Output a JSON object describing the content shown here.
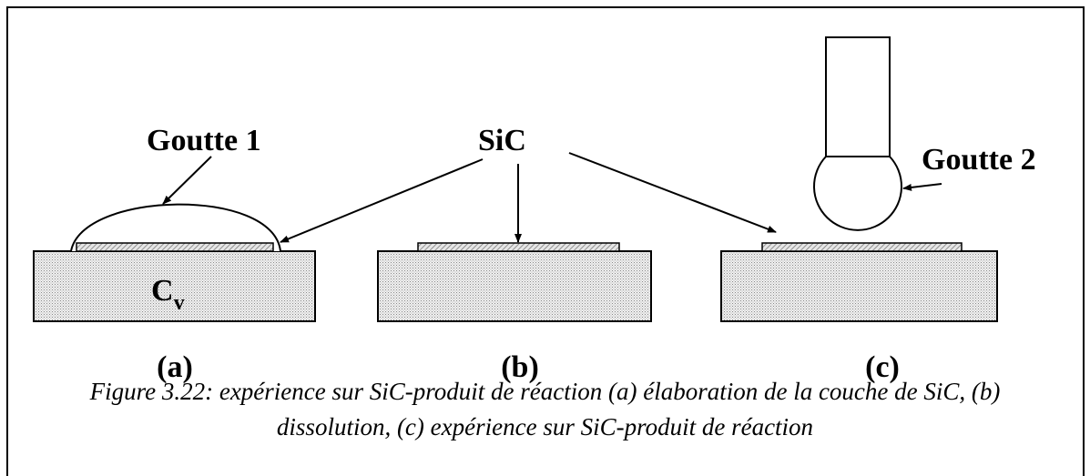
{
  "labels": {
    "goutte1": "Goutte 1",
    "goutte2": "Goutte 2",
    "sic": "SiC",
    "substrate_main": "C",
    "substrate_sub": "v"
  },
  "panels": [
    "(a)",
    "(b)",
    "(c)"
  ],
  "caption": {
    "line1": "Figure 3.22: expérience sur SiC-produit de réaction (a) élaboration de la couche de SiC, (b)",
    "line2": "dissolution, (c) expérience sur SiC-produit de réaction"
  }
}
